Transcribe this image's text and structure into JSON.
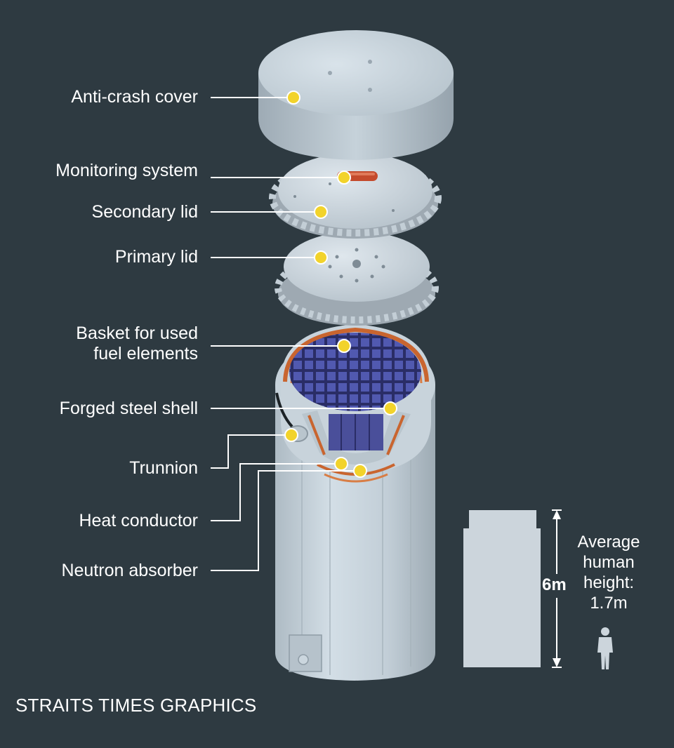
{
  "labels": {
    "anti_crash_cover": "Anti-crash cover",
    "monitoring_system": "Monitoring system",
    "secondary_lid": "Secondary lid",
    "primary_lid": "Primary lid",
    "basket_line1": "Basket for used",
    "basket_line2": "fuel elements",
    "forged_steel_shell": "Forged steel shell",
    "trunnion": "Trunnion",
    "heat_conductor": "Heat conductor",
    "neutron_absorber": "Neutron absorber"
  },
  "scale": {
    "cask_height": "6m",
    "human_line1": "Average",
    "human_line2": "human",
    "human_line3": "height:",
    "human_line4": "1.7m"
  },
  "credit": "STRAITS TIMES GRAPHICS",
  "colors": {
    "background": "#2e3a41",
    "marker": "#f2d32b",
    "cask": "#c9d6df",
    "copper": "#c9652f",
    "basket": "#3b3f8a",
    "leader": "#ffffff"
  },
  "icons": [
    "human-figure-icon"
  ]
}
